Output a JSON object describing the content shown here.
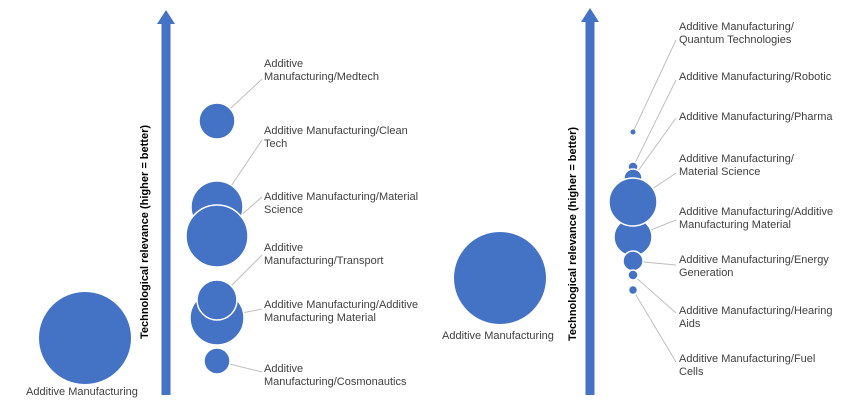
{
  "colors": {
    "bubble": "#4472c4",
    "bubble_outline": "#ffffff",
    "arrow": "#4472c4",
    "leader_line": "#bfbfbf",
    "text": "#404040"
  },
  "left_panel": {
    "base_label": "Additive Manufacturing",
    "axis_title": "Technological relevance (higher = better)",
    "items": [
      {
        "label": "Additive\nManufacturing/Medtech"
      },
      {
        "label": "Additive Manufacturing/Clean\nTech"
      },
      {
        "label": "Additive Manufacturing/Material\nScience"
      },
      {
        "label": "Additive\nManufacturing/Transport"
      },
      {
        "label": "Additive Manufacturing/Additive\nManufacturing Material"
      },
      {
        "label": "Additive\nManufacturing/Cosmonautics"
      }
    ]
  },
  "right_panel": {
    "base_label": "Additive Manufacturing",
    "axis_title": "Technological relevance (higher = better)",
    "items": [
      {
        "label": "Additive Manufacturing/\nQuantum Technologies"
      },
      {
        "label": "Additive Manufacturing/Robotic"
      },
      {
        "label": "Additive Manufacturing/Pharma"
      },
      {
        "label": "Additive Manufacturing/\nMaterial Science"
      },
      {
        "label": "Additive Manufacturing/Additive\nManufacturing Material"
      },
      {
        "label": "Additive Manufacturing/Energy\nGeneration"
      },
      {
        "label": "Additive Manufacturing/Hearing\nAids"
      },
      {
        "label": "Additive Manufacturing/Fuel\nCells"
      }
    ]
  }
}
